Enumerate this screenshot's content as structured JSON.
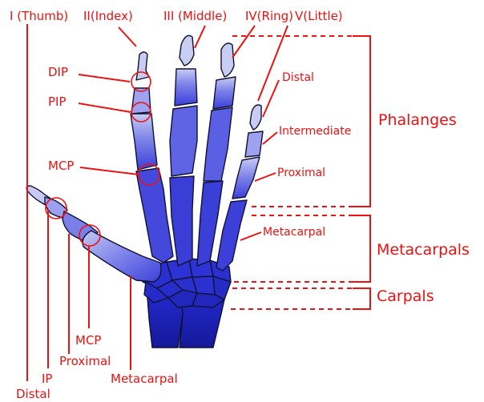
{
  "labels": {
    "fingers": {
      "thumb": "I (Thumb)",
      "index": "II(Index)",
      "middle": "III (Middle)",
      "ring": "IV(Ring)",
      "little": "V(Little)"
    },
    "joints": {
      "dip": "DIP",
      "pip": "PIP",
      "mcp": "MCP"
    },
    "segments_right": {
      "distal": "Distal",
      "intermediate": "Intermediate",
      "proximal": "Proximal",
      "metacarpal": "Metacarpal"
    },
    "groups": {
      "phalanges": "Phalanges",
      "metacarpals": "Metacarpals",
      "carpals": "Carpals"
    },
    "thumb_bottom": {
      "mcp": "MCP",
      "proximal": "Proximal",
      "metacarpal": "Metacarpal",
      "ip": "IP",
      "distal": "Distal"
    }
  },
  "colors": {
    "label": "#ee1111",
    "bone_light": "#c8cdf2",
    "bone_mid": "#7c80ea",
    "bone_dark": "#2f34d6",
    "wrist": "#1a20a8"
  }
}
